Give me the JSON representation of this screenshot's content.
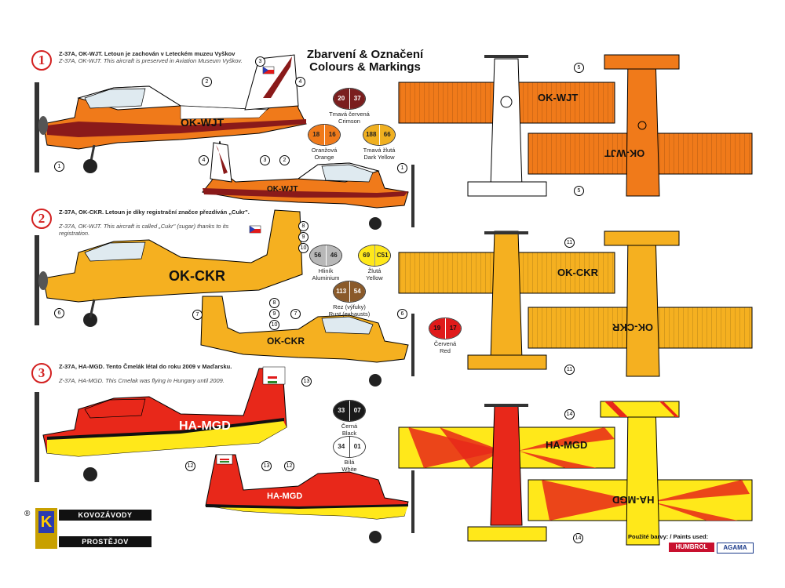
{
  "title": {
    "line1": "Zbarvení & Označení",
    "line2": "Colours & Markings"
  },
  "schemes": [
    {
      "num": "1",
      "line_cz": "Z-37A, OK-WJT. Letoun je zachován v Leteckém muzeu Vyškov",
      "line_en": "Z-37A, OK-WJT. This aircraft is preserved in Aviation Museum Vyškov.",
      "reg": "OK-WJT"
    },
    {
      "num": "2",
      "line_cz": "Z-37A, OK-CKR. Letoun je díky registrační značce přezdíván „Cukr\".",
      "line_en": "Z-37A, OK-WJT. This aircraft is called „Cukr\" (sugar) thanks to its registration.",
      "reg": "OK-CKR"
    },
    {
      "num": "3",
      "line_cz": "Z-37A, HA-MGD. Tento Čmelák létal do roku 2009 v Maďarsku.",
      "line_en": "Z-37A, HA-MGD. This Cmelak was flying in Hungary until 2009.",
      "reg": "HA-MGD"
    }
  ],
  "reg_mirrored": {
    "s1": "OK-WJT",
    "s2": "OK-CKR",
    "s3": "HA-MGD"
  },
  "paints": [
    {
      "a": "20",
      "b": "37",
      "cz": "Tmavá červená",
      "en": "Crimson",
      "color": "#7a1e1e"
    },
    {
      "a": "18",
      "b": "16",
      "cz": "Oranžová",
      "en": "Orange",
      "color": "#f07a1a"
    },
    {
      "a": "188",
      "b": "66",
      "cz": "Tmavá žlutá",
      "en": "Dark Yellow",
      "color": "#f0b020"
    },
    {
      "a": "56",
      "b": "46",
      "cz": "Hliník",
      "en": "Aluminium",
      "color": "#b8b8b8"
    },
    {
      "a": "69",
      "b": "C51",
      "cz": "Žlutá",
      "en": "Yellow",
      "color": "#ffe81a"
    },
    {
      "a": "113",
      "b": "54",
      "cz": "Rez (výfuky)",
      "en": "Rust (exhausts)",
      "color": "#8a5a2a"
    },
    {
      "a": "19",
      "b": "17",
      "cz": "Červená",
      "en": "Red",
      "color": "#e01a1a"
    },
    {
      "a": "33",
      "b": "07",
      "cz": "Černá",
      "en": "Black",
      "color": "#1a1a1a"
    },
    {
      "a": "34",
      "b": "01",
      "cz": "Bílá",
      "en": "White",
      "color": "#ffffff"
    }
  ],
  "colors": {
    "orange": "#f07a1a",
    "crimson": "#8a1a1a",
    "yellow_s2": "#f5b020",
    "red_s3": "#e8281a",
    "yellow_s3": "#ffe81a",
    "white": "#ffffff"
  },
  "logo": {
    "mark": "®",
    "letter": "K",
    "line1": "KOVOZÁVODY",
    "line2": "PROSTĚJOV"
  },
  "paints_used": {
    "label": "Použité barvy: / Paints used:",
    "brand1": "HUMBROL",
    "brand2": "AGAMA"
  },
  "callouts": [
    "1",
    "2",
    "3",
    "4",
    "5",
    "6",
    "7",
    "8",
    "9",
    "10",
    "11",
    "12",
    "13",
    "14"
  ]
}
